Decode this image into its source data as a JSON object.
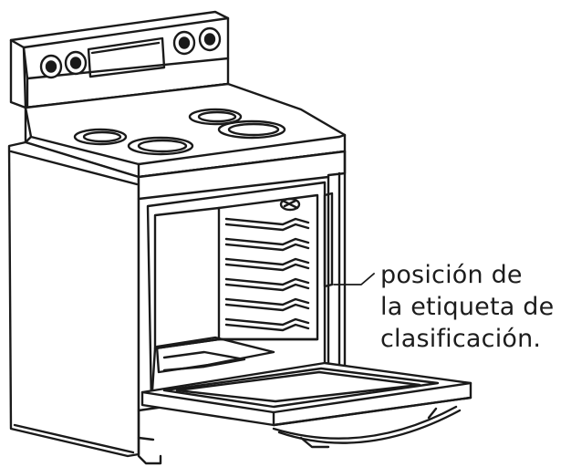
{
  "callout": {
    "lines": [
      "posición de",
      "la etiqueta de",
      "clasificación."
    ]
  },
  "colors": {
    "stroke": "#1a1a1a",
    "background": "#ffffff"
  },
  "icons": {
    "appliance": "range-stove-illustration",
    "leader": "leader-line"
  }
}
